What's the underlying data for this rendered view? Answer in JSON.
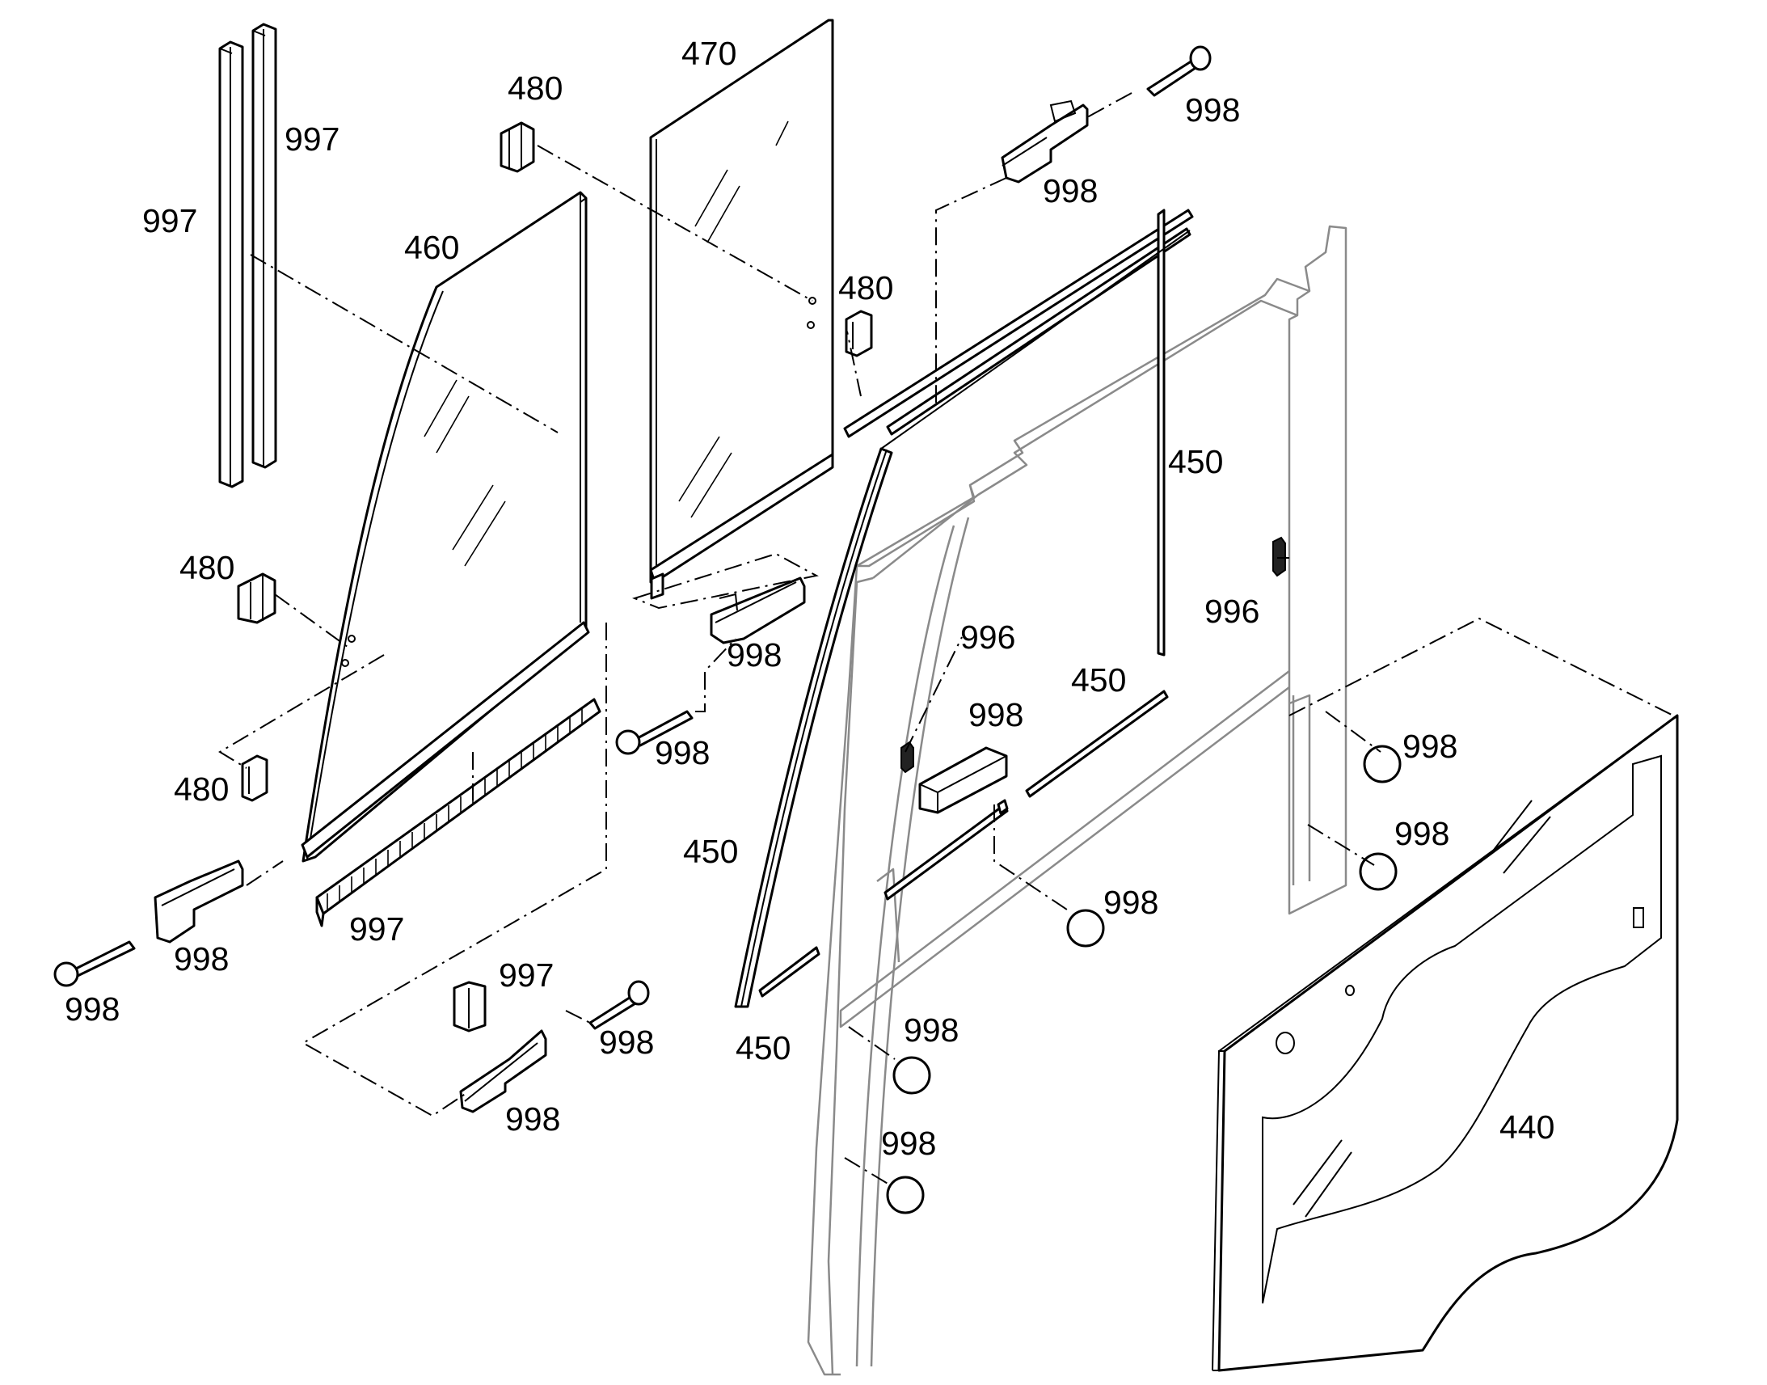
{
  "diagram": {
    "callouts": {
      "c997_top_right": "997",
      "c997_top_left": "997",
      "c460": "460",
      "c470": "470",
      "c480_top": "480",
      "c480_mid": "480",
      "c480_left_a": "480",
      "c480_left_b": "480",
      "c998_top_screw": "998",
      "c998_top_clip": "998",
      "c450_right": "450",
      "c996_right": "996",
      "c996_center": "996",
      "c998_mid_clip": "998",
      "c998_mid_screw": "998",
      "c450_mid": "450",
      "c998_block": "998",
      "c998_cap_1": "998",
      "c998_cap_2": "998",
      "c998_cap_3": "998",
      "c998_cap_4": "998",
      "c998_cap_5": "998",
      "c450_arc": "450",
      "c450_bottom": "450",
      "c997_brush": "997",
      "c998_left_clip": "998",
      "c998_left_screw": "998",
      "c997_block": "997",
      "c998_bottom_screw": "998",
      "c998_bottom_clip": "998",
      "c440": "440"
    }
  }
}
